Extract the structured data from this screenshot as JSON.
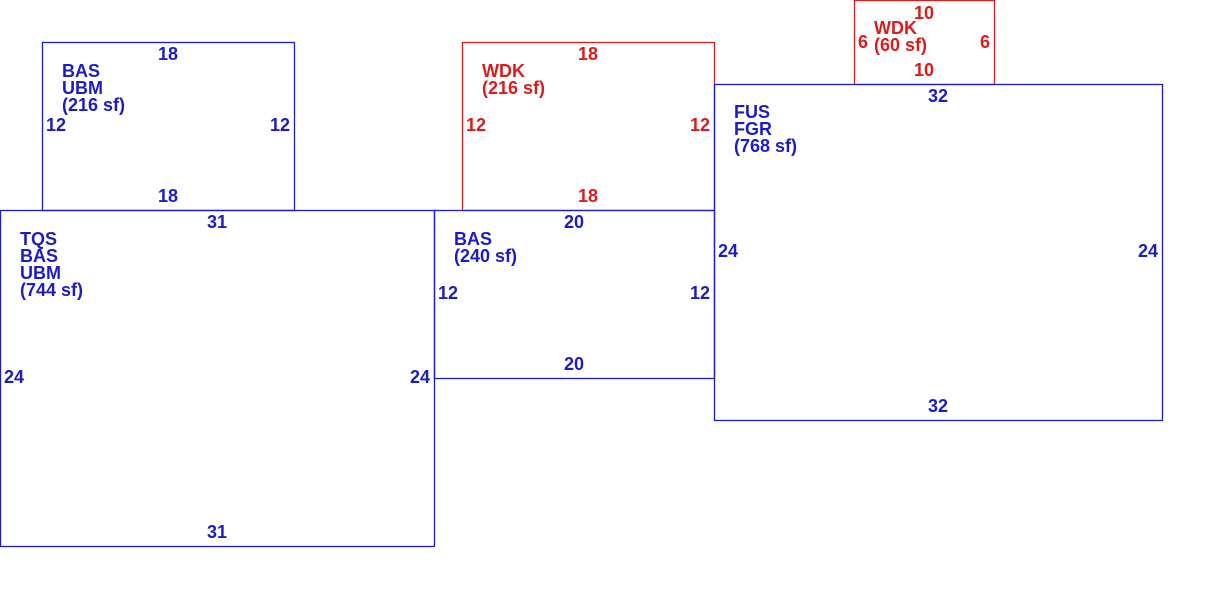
{
  "colors": {
    "blue": "#1c1cc4",
    "red": "#dc1c1c"
  },
  "areas": [
    {
      "id": "bas-ubm-upper",
      "color": "blue",
      "label_lines": [
        "BAS",
        "UBM",
        "(216 sf)"
      ],
      "dims": {
        "top": "18",
        "bottom": "18",
        "left": "12",
        "right": "12"
      }
    },
    {
      "id": "wdk-large",
      "color": "red",
      "label_lines": [
        "WDK",
        "(216 sf)"
      ],
      "dims": {
        "top": "18",
        "bottom": "18",
        "left": "12",
        "right": "12"
      }
    },
    {
      "id": "wdk-small",
      "color": "red",
      "label_lines": [
        "WDK",
        "(60 sf)"
      ],
      "dims": {
        "top": "10",
        "bottom": "10",
        "left": "6",
        "right": "6"
      }
    },
    {
      "id": "tqs-bas-ubm",
      "color": "blue",
      "label_lines": [
        "TQS",
        "BAS",
        "UBM",
        "(744 sf)"
      ],
      "dims": {
        "top": "31",
        "bottom": "31",
        "left": "24",
        "right": "24"
      }
    },
    {
      "id": "bas-middle",
      "color": "blue",
      "label_lines": [
        "BAS",
        "(240 sf)"
      ],
      "dims": {
        "top": "20",
        "bottom": "20",
        "left": "12",
        "right": "12"
      }
    },
    {
      "id": "fus-fgr",
      "color": "blue",
      "label_lines": [
        "FUS",
        "FGR",
        "(768 sf)"
      ],
      "dims": {
        "top": "32",
        "bottom": "32",
        "left": "24",
        "right": "24"
      }
    }
  ]
}
